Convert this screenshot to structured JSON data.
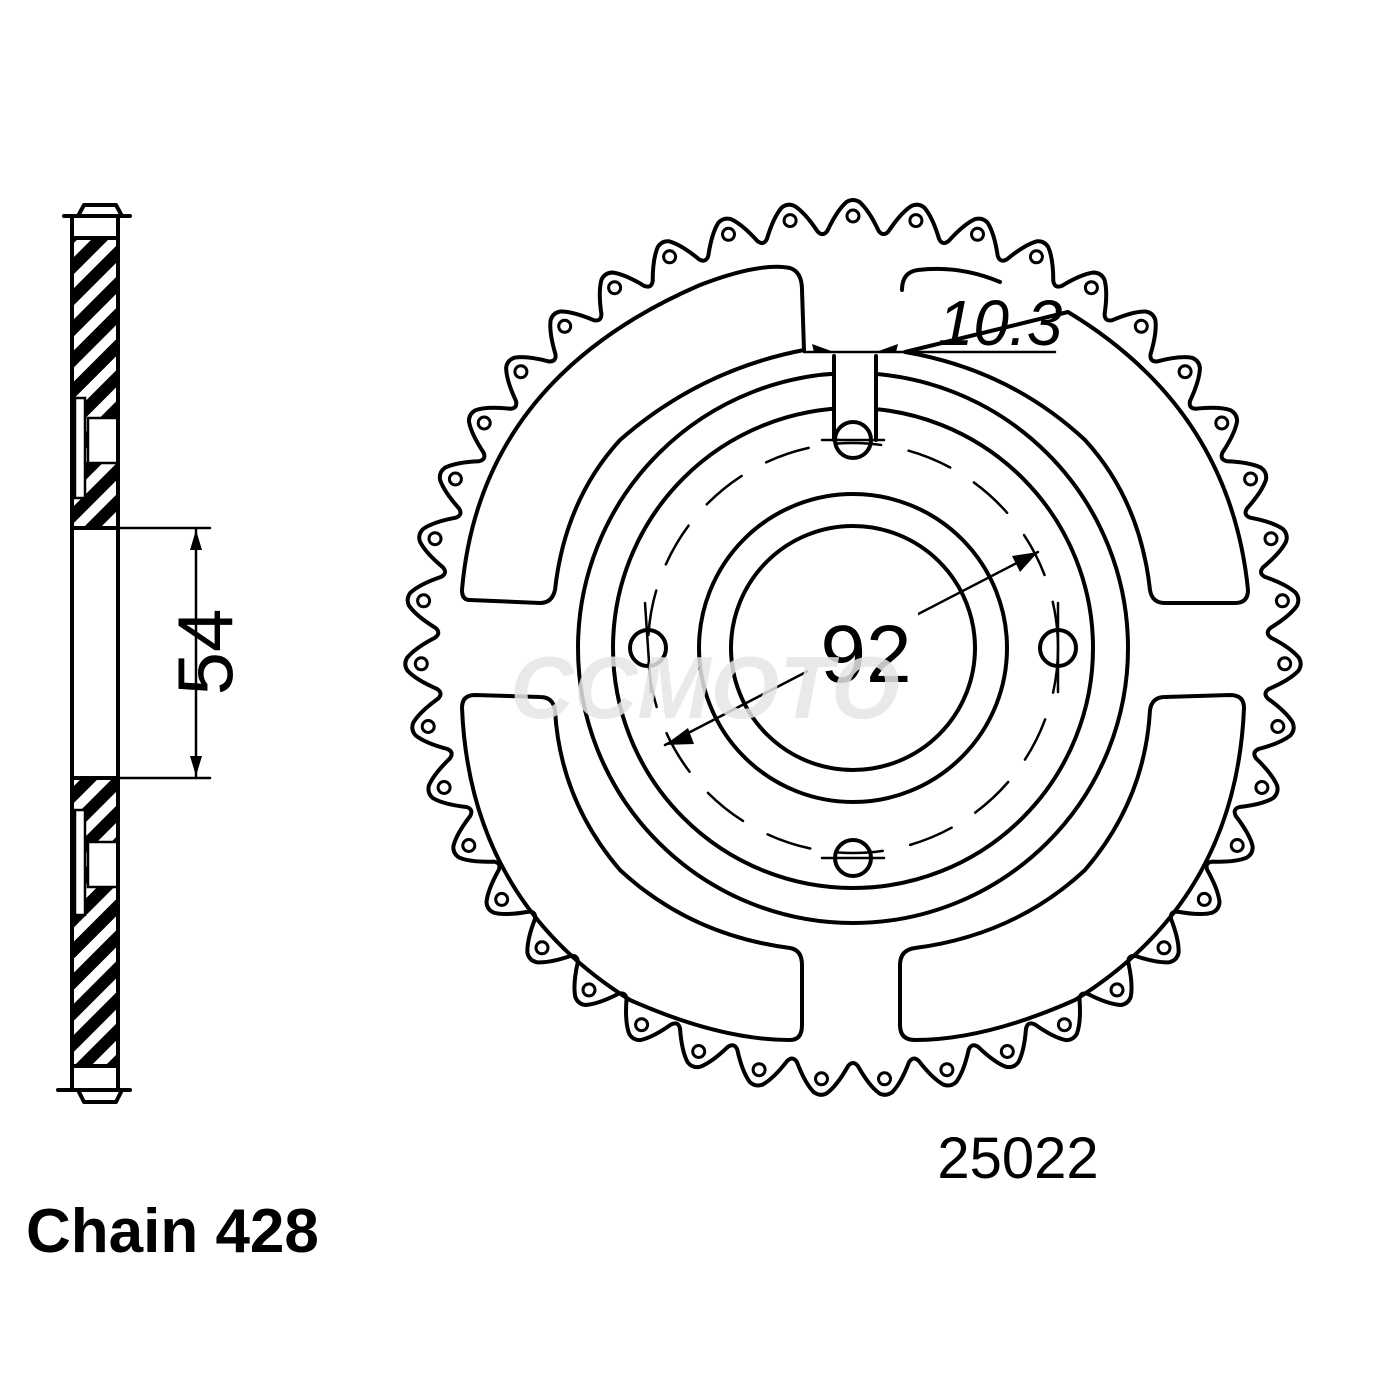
{
  "drawing": {
    "title": "Rear sprocket technical drawing",
    "colors": {
      "line": "#000000",
      "background": "#ffffff",
      "watermark": "#e6e6e6"
    }
  },
  "side_view": {
    "dimension_label": "54",
    "dimension_meaning": "center bore diameter (mm)"
  },
  "front_view": {
    "teeth_count_estimated": 43,
    "bolt_circle_label": "92",
    "bolt_circle_meaning": "bolt circle diameter (mm)",
    "bolt_hole_label": "10.3",
    "bolt_hole_meaning": "bolt hole diameter (mm)",
    "bolt_holes": 4,
    "lightening_windows": 4
  },
  "labels": {
    "part_number": "25022",
    "chain_label": "Chain 428"
  },
  "watermark": {
    "text": "CCMOTO"
  }
}
